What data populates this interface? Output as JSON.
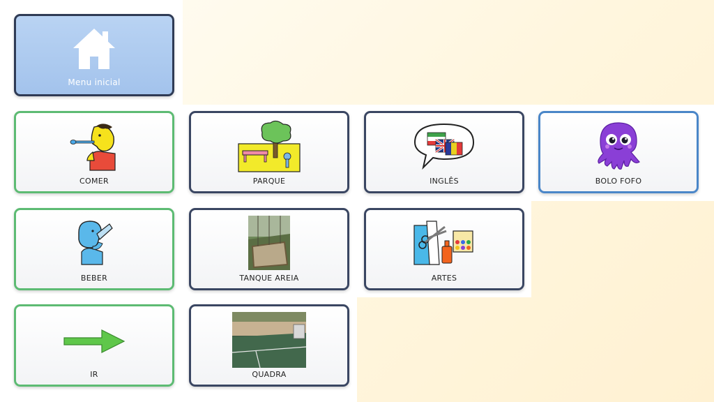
{
  "home": {
    "label": "Menu inicial",
    "icon": "house-icon"
  },
  "tiles": [
    {
      "id": "comer",
      "label": "COMER",
      "icon": "person-eating-icon",
      "border": "#5dbb73"
    },
    {
      "id": "parque",
      "label": "PARQUE",
      "icon": "park-icon",
      "border": "#3a4662"
    },
    {
      "id": "ingles",
      "label": "INGLÊS",
      "icon": "flags-speech-icon",
      "border": "#3a4662"
    },
    {
      "id": "bolo",
      "label": "BOLO FOFO",
      "icon": "octopus-icon",
      "border": "#4a86c8"
    },
    {
      "id": "beber",
      "label": "BEBER",
      "icon": "person-drinking-icon",
      "border": "#5dbb73"
    },
    {
      "id": "tanque",
      "label": "TANQUE AREIA",
      "icon": "sandbox-photo",
      "border": "#3a4662"
    },
    {
      "id": "artes",
      "label": "ARTES",
      "icon": "art-supplies-icon",
      "border": "#3a4662"
    },
    {
      "id": "ir",
      "label": "IR",
      "icon": "arrow-right-icon",
      "border": "#5dbb73"
    },
    {
      "id": "quadra",
      "label": "QUADRA",
      "icon": "court-photo",
      "border": "#3a4662"
    }
  ]
}
